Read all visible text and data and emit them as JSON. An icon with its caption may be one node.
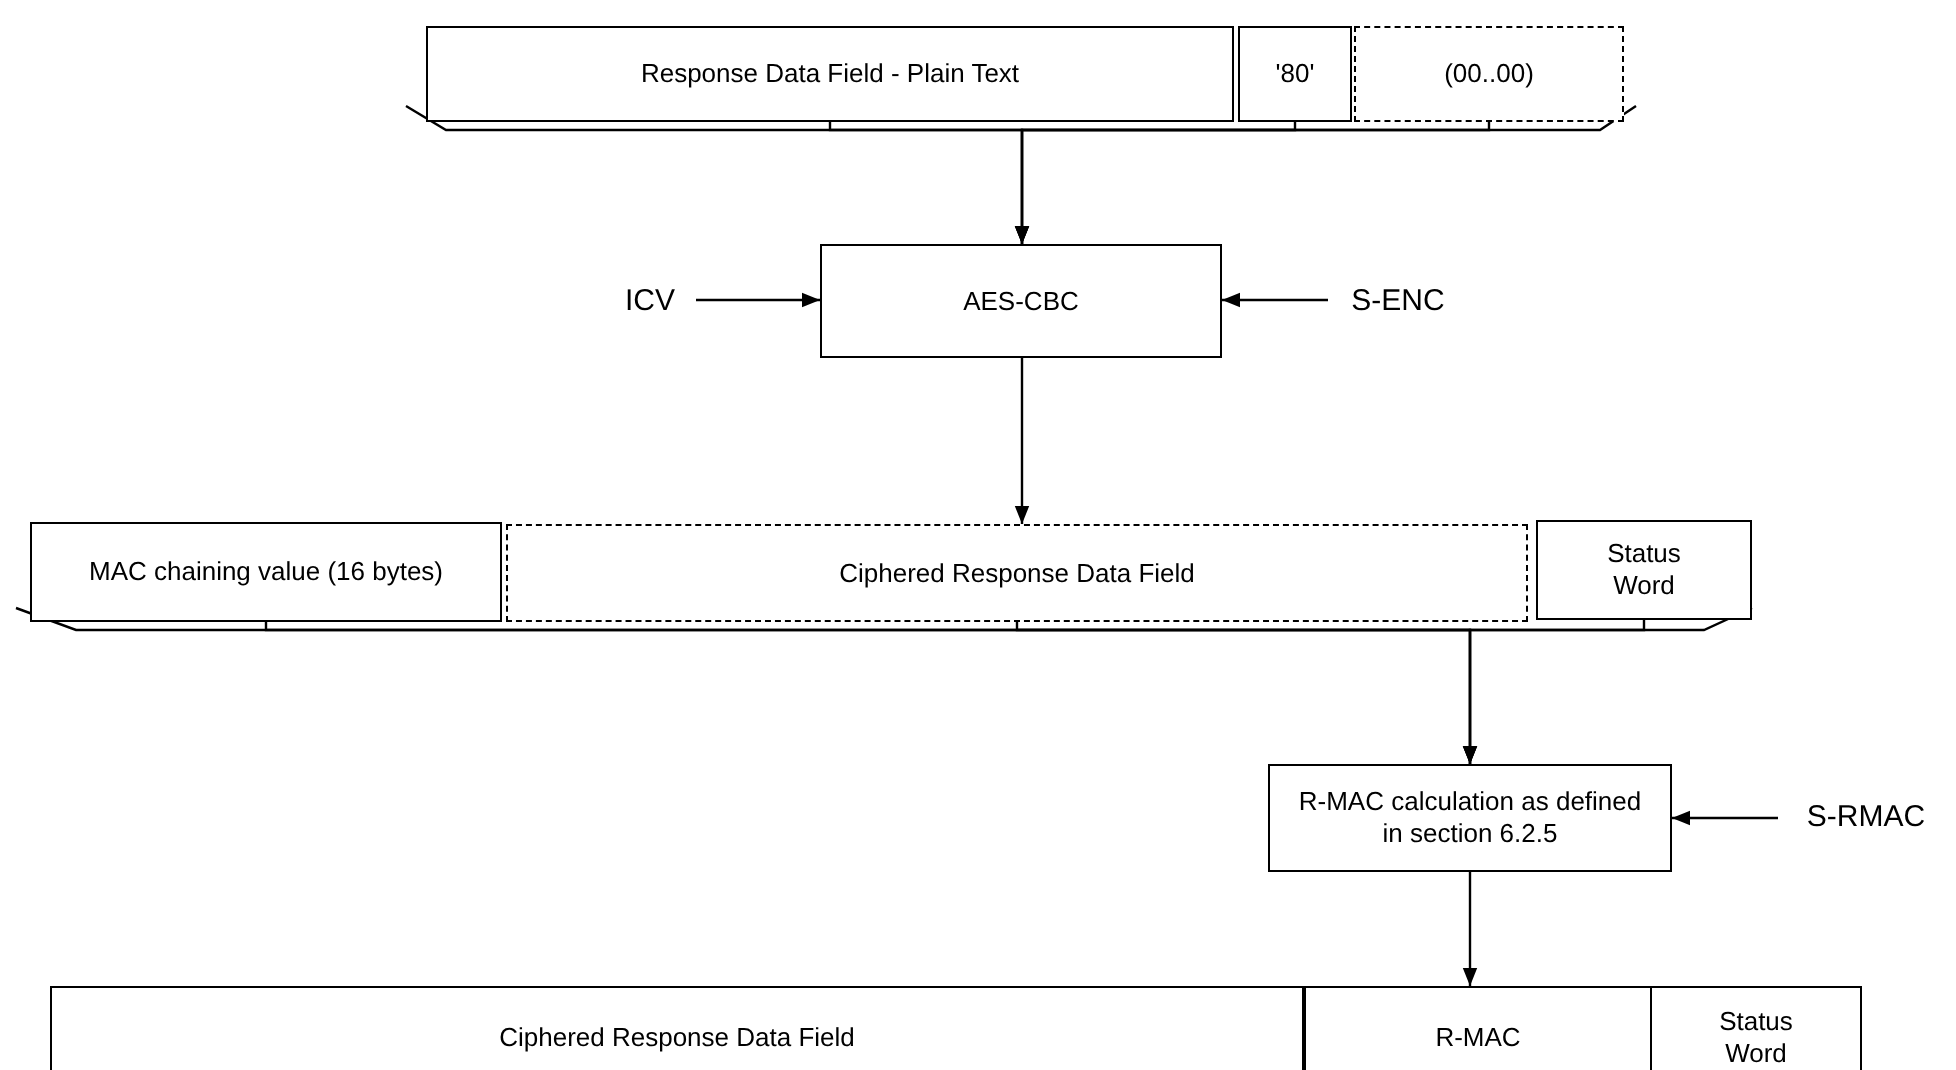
{
  "diagram": {
    "nodes": [
      {
        "text": [
          "Response Data Field - Plain Text"
        ]
      },
      {
        "text": [
          "'80'"
        ]
      },
      {
        "text": [
          "(00..00)"
        ]
      },
      {
        "text": [
          "AES-CBC"
        ]
      },
      {
        "text": [
          "ICV"
        ]
      },
      {
        "text": [
          "S-ENC"
        ]
      },
      {
        "text": [
          "MAC chaining value (16 bytes)"
        ]
      },
      {
        "text": [
          "Ciphered Response Data Field"
        ]
      },
      {
        "text": [
          "Status Word"
        ]
      },
      {
        "text": [
          "R-MAC calculation as defined in section 6.2.5"
        ]
      },
      {
        "text": [
          "S-RMAC"
        ]
      },
      {
        "text": [
          "Ciphered Response Data Field"
        ]
      },
      {
        "text": [
          "R-MAC"
        ]
      },
      {
        "text": [
          "Status Word"
        ]
      }
    ],
    "edges": [
      {
        "from": 0,
        "to": 3,
        "arrow": "to"
      },
      {
        "from": 1,
        "to": 3,
        "arrow": "to"
      },
      {
        "from": 2,
        "to": 3,
        "arrow": "to"
      },
      {
        "from": 4,
        "to": 3,
        "arrow": "to"
      },
      {
        "from": 5,
        "to": 3,
        "arrow": "to"
      },
      {
        "from": 3,
        "to": 7,
        "arrow": "to"
      },
      {
        "from": 6,
        "to": 9,
        "arrow": "to"
      },
      {
        "from": 7,
        "to": 9,
        "arrow": "to"
      },
      {
        "from": 8,
        "to": 9,
        "arrow": "to"
      },
      {
        "from": 10,
        "to": 9,
        "arrow": "to"
      },
      {
        "from": 9,
        "to": 12,
        "arrow": "to"
      }
    ]
  }
}
